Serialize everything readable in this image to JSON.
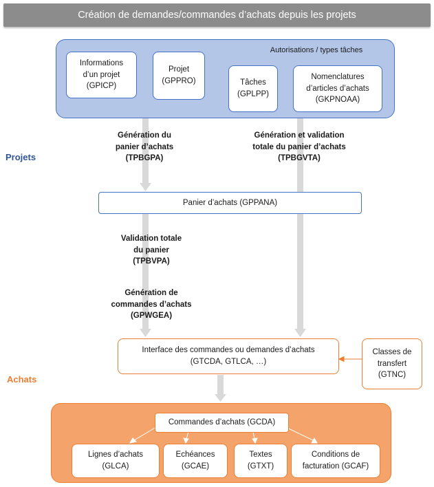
{
  "title": "Création de demandes/commandes d’achats depuis les projets",
  "sections": {
    "projets": {
      "label": "Projets",
      "color": "#2f5597"
    },
    "achats": {
      "label": "Achats",
      "color": "#ed7d31"
    }
  },
  "colors": {
    "blue_fill": "#b4c6e7",
    "blue_border": "#4472c4",
    "orange_fill": "#f4a46b",
    "orange_border": "#ed7d31",
    "arrow_gray": "#d9d9d9",
    "title_bar": "#8c8c8c"
  },
  "projects_group": {
    "annotation": "Autorisations / types tâches",
    "boxes": {
      "gpicp": {
        "line1": "Informations",
        "line2": "d’un projet",
        "line3": "(GPICP)"
      },
      "gppro": {
        "line1": "Projet",
        "line2": "(GPPRO)"
      },
      "gplpp": {
        "line1": "Tâches",
        "line2": "(GPLPP)"
      },
      "gkpnoaa": {
        "line1": "Nomenclatures",
        "line2": "d’articles d’achats",
        "line3": "(GKPNOAA)"
      }
    }
  },
  "flow_labels": {
    "tpbgpa": {
      "line1": "Génération du",
      "line2": "panier d’achats",
      "line3": "(TPBGPA)"
    },
    "tpbgvta": {
      "line1": "Génération et validation",
      "line2": "totale du panier d’achats",
      "line3": "(TPBGVTA)"
    },
    "tpbvpa": {
      "line1": "Validation totale",
      "line2": "du panier",
      "line3": "(TPBVPA)"
    },
    "gpwgea": {
      "line1": "Génération de",
      "line2": "commandes d’achats",
      "line3": "(GPWGEA)"
    }
  },
  "basket": {
    "label": "Panier d’achats (GPPANA)"
  },
  "interface": {
    "line1": "Interface des commandes ou demandes d’achats",
    "line2": "(GTCDA, GTLCA, …)"
  },
  "transfer_classes": {
    "line1": "Classes de",
    "line2": "transfert",
    "line3": "(GTNC)"
  },
  "purchasing_group": {
    "gcda": {
      "label": "Commandes d’achats (GCDA)"
    },
    "children": [
      {
        "line1": "Lignes d’achats",
        "line2": "(GLCA)"
      },
      {
        "line1": "Echéances",
        "line2": "(GCAE)"
      },
      {
        "line1": "Textes",
        "line2": "(GTXT)"
      },
      {
        "line1": "Conditions de",
        "line2": "facturation (GCAF)"
      }
    ]
  }
}
